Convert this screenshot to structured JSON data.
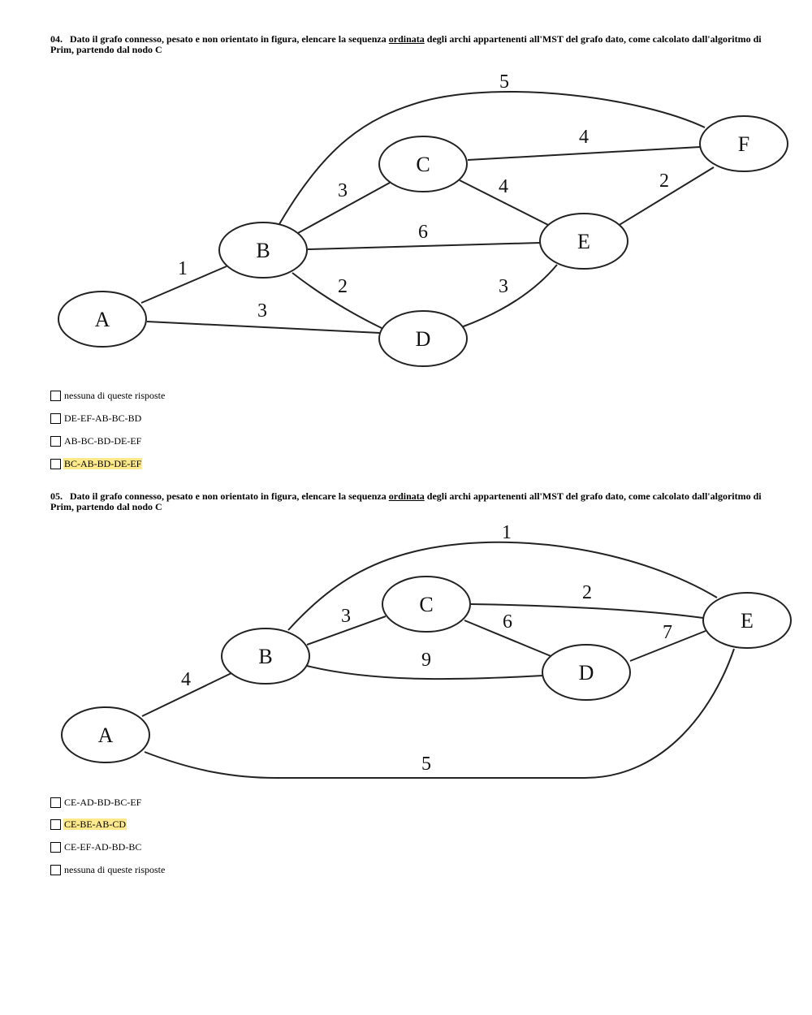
{
  "questions": [
    {
      "number": "04.",
      "text_before": "Dato il grafo connesso, pesato e non orientato in figura, elencare la sequenza",
      "text_emph": "ordinata",
      "text_after": "degli archi appartenenti all'MST del grafo dato, come calcolato dall'algoritmo di",
      "text_line2": "Prim, partendo dal nodo C",
      "graph": {
        "nodes": [
          "A",
          "B",
          "C",
          "D",
          "E",
          "F"
        ],
        "edges": [
          {
            "from": "A",
            "to": "B",
            "weight": "1"
          },
          {
            "from": "A",
            "to": "D",
            "weight": "3"
          },
          {
            "from": "B",
            "to": "C",
            "weight": "3"
          },
          {
            "from": "B",
            "to": "E",
            "weight": "6"
          },
          {
            "from": "B",
            "to": "D",
            "weight": "2"
          },
          {
            "from": "B",
            "to": "F",
            "weight": "5"
          },
          {
            "from": "C",
            "to": "F",
            "weight": "4"
          },
          {
            "from": "C",
            "to": "E",
            "weight": "4"
          },
          {
            "from": "E",
            "to": "F",
            "weight": "2"
          },
          {
            "from": "D",
            "to": "E",
            "weight": "3"
          }
        ]
      },
      "options": [
        {
          "label": "nessuna di queste risposte",
          "highlighted": false
        },
        {
          "label": "DE-EF-AB-BC-BD",
          "highlighted": false
        },
        {
          "label": "AB-BC-BD-DE-EF",
          "highlighted": false
        },
        {
          "label": "BC-AB-BD-DE-EF",
          "highlighted": true
        }
      ]
    },
    {
      "number": "05.",
      "text_before": "Dato il grafo connesso, pesato e non orientato in figura, elencare la sequenza",
      "text_emph": "ordinata",
      "text_after": "degli archi appartenenti all'MST del grafo dato, come calcolato dall'algoritmo di",
      "text_line2": "Prim, partendo dal nodo C",
      "graph": {
        "nodes": [
          "A",
          "B",
          "C",
          "D",
          "E"
        ],
        "edges": [
          {
            "from": "A",
            "to": "B",
            "weight": "4"
          },
          {
            "from": "A",
            "to": "E",
            "weight": "5"
          },
          {
            "from": "B",
            "to": "C",
            "weight": "3"
          },
          {
            "from": "B",
            "to": "D",
            "weight": "9"
          },
          {
            "from": "B",
            "to": "E",
            "weight": "1"
          },
          {
            "from": "C",
            "to": "E",
            "weight": "2"
          },
          {
            "from": "C",
            "to": "D",
            "weight": "6"
          },
          {
            "from": "D",
            "to": "E",
            "weight": "7"
          }
        ]
      },
      "options": [
        {
          "label": "CE-AD-BD-BC-EF",
          "highlighted": false
        },
        {
          "label": "CE-BE-AB-CD",
          "highlighted": true
        },
        {
          "label": "CE-EF-AD-BD-BC",
          "highlighted": false
        },
        {
          "label": "nessuna di queste risposte",
          "highlighted": false
        }
      ]
    }
  ],
  "colors": {
    "highlight": "#fde98a",
    "stroke": "#222222"
  }
}
